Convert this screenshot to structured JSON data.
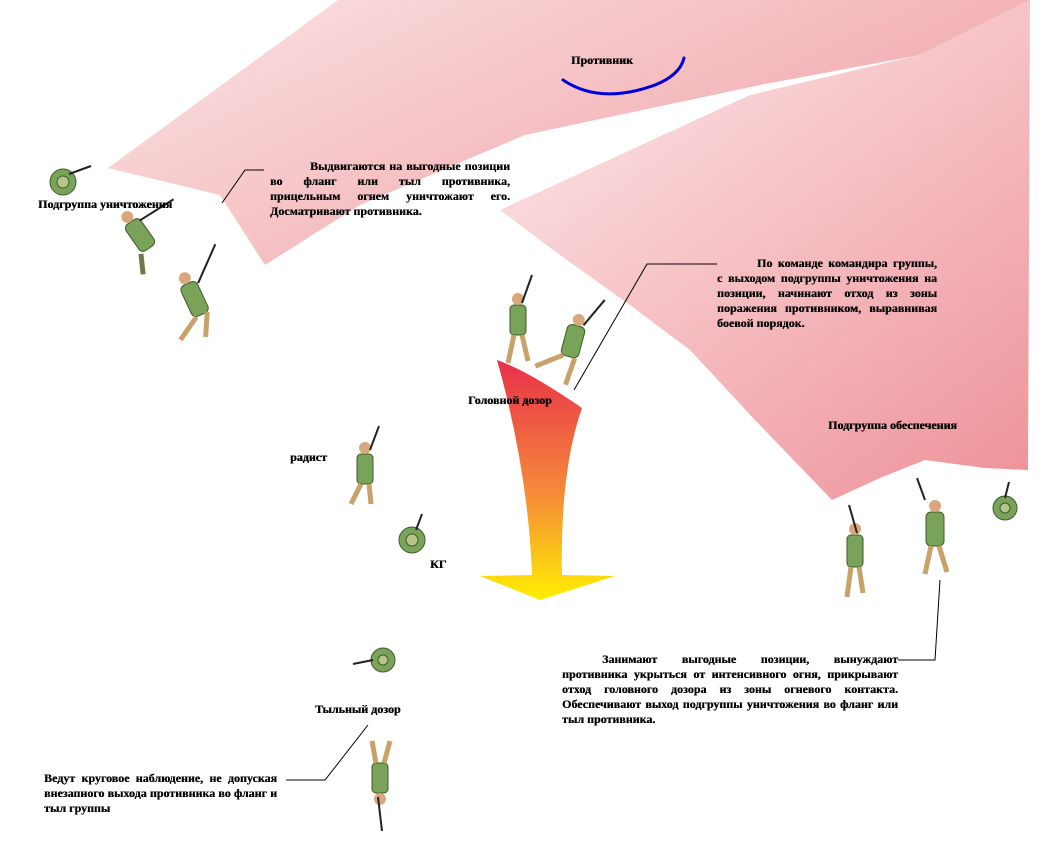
{
  "labels": {
    "enemy": "Противник",
    "destruction_subgroup": "Подгруппа уничтожения",
    "head_patrol": "Головной дозор",
    "radio_operator": "радист",
    "kg": "КГ",
    "support_subgroup": "Подгруппа обеспечения",
    "rear_patrol": "Тыльный дозор"
  },
  "notes": {
    "destruction": "Выдвигаются на выгодные позиции во фланг или тыл противника, прицельным огнем уничтожают его. Досматривают противника.",
    "head": "По команде командира группы, с выходом подгруппы уничтожения на позиции, начинают отход из зоны поражения противником, выравнивая боевой порядок.",
    "support": "Занимают выгодные позиции, вынуждают противника укрыться от интенсивного огня, прикрывают отход головного дозора из зоны огневого контакта. Обеспечивают выход подгруппы уничтожения во фланг или тыл противника.",
    "rear": "Ведут круговое наблюдение, не допуская внезапного выхода противника во фланг и тыл группы"
  },
  "colors": {
    "fire_zone": "#f3a8ac",
    "enemy_arc": "#0000dd",
    "arrow_top": "#e8304a",
    "arrow_bottom": "#ffee00",
    "uniform": "#7aa35a",
    "skin": "#d9a77c"
  }
}
